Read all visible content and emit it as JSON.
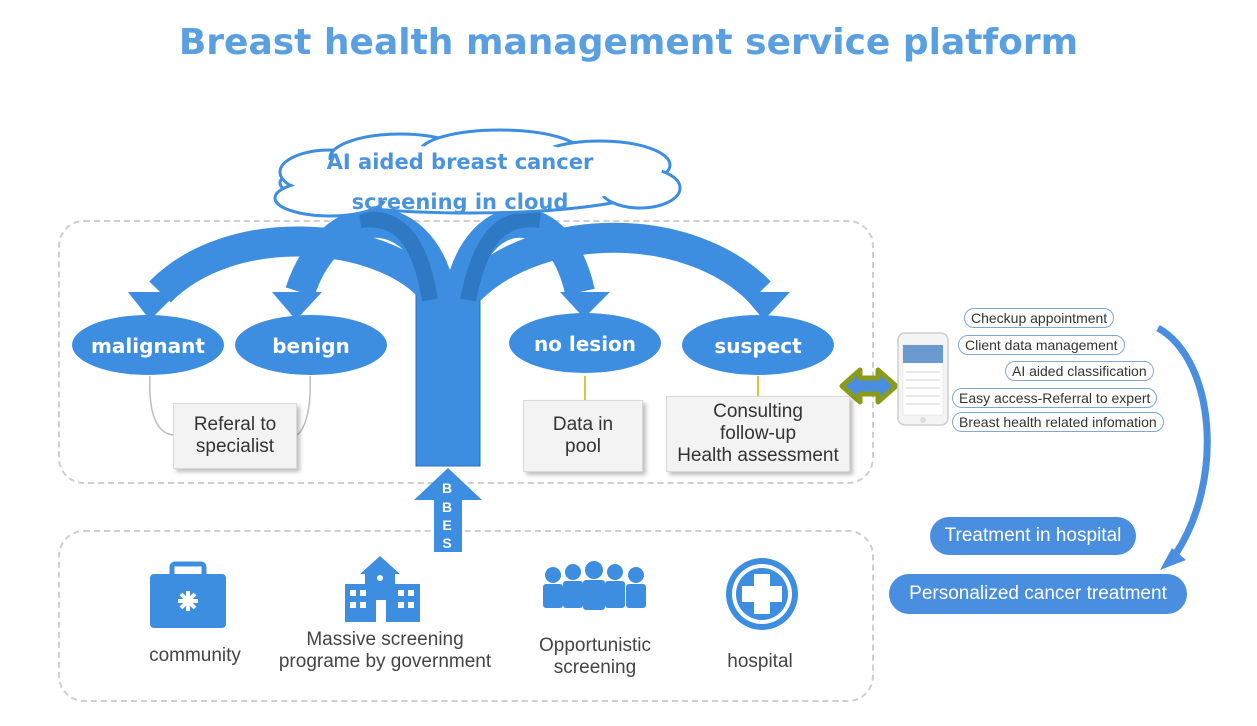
{
  "title": "Breast health management service platform",
  "cloud": {
    "line1": "AI aided breast cancer",
    "line2": "screening in cloud"
  },
  "categories": {
    "malignant": "malignant",
    "benign": "benign",
    "no_lesion": "no lesion",
    "suspect": "suspect"
  },
  "notes": {
    "referral": "Referal to specialist",
    "pool": "Data in pool",
    "consulting": [
      "Consulting",
      "follow-up",
      "Health assessment"
    ]
  },
  "bbes": [
    "B",
    "B",
    "E",
    "S"
  ],
  "services": [
    "Checkup appointment",
    "Client data management",
    "AI aided classification",
    "Easy access-Referral to expert",
    "Breast health related infomation"
  ],
  "treatment": {
    "hospital": "Treatment in hospital",
    "personalized": "Personalized cancer treatment"
  },
  "sources": {
    "community": "community",
    "massive": [
      "Massive screening",
      "programe by government"
    ],
    "opportunistic": [
      "Opportunistic",
      "screening"
    ],
    "hospital": "hospital"
  },
  "icons": {
    "community": "medical-kit-icon",
    "massive": "government-building-icon",
    "opportunistic": "people-group-icon",
    "hospital": "hospital-cross-icon",
    "phone": "smartphone-icon"
  },
  "colors": {
    "primary": "#3d8ee0",
    "title": "#5aa0e0",
    "arrow_olive": "#8a9a1a"
  }
}
